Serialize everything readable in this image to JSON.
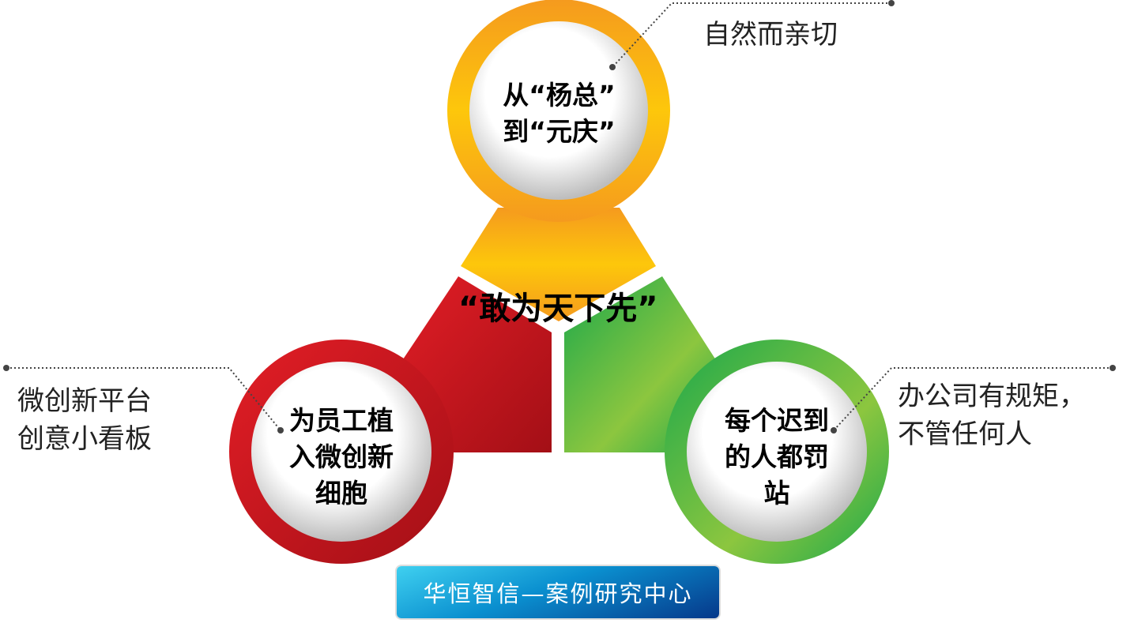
{
  "center_title": "“敢为天下先”",
  "nodes": [
    {
      "color": "#f7a21b",
      "line1": "从“杨总”",
      "line2": "到“元庆”",
      "note_lines": [
        "自然而亲切"
      ]
    },
    {
      "color": "#c8161d",
      "line1": "为员工植",
      "line2": "入微创新",
      "line3": "细胞",
      "note_lines": [
        "微创新平台",
        "创意小看板"
      ]
    },
    {
      "color": "#3ab54a",
      "line1": "每个迟到",
      "line2": "的人都罚",
      "line3": "站",
      "note_lines": [
        "办公司有规矩，",
        "不管任何人"
      ]
    }
  ],
  "banner": "华恒智信—案例研究中心"
}
